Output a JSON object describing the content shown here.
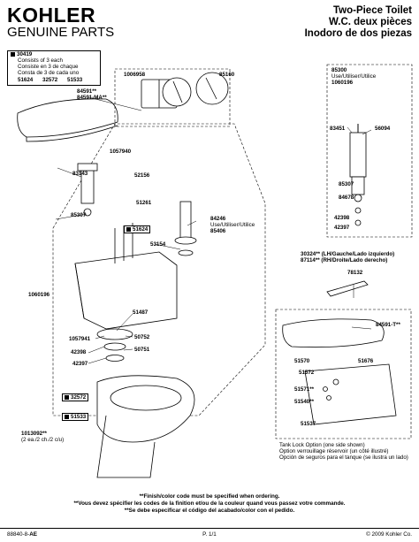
{
  "header": {
    "brand": "KOHLER",
    "brand_sub": "GENUINE PARTS",
    "title_lines": [
      "Two-Piece Toilet",
      "W.C. deux pièces",
      "Inodoro de dos piezas"
    ]
  },
  "kit_box": {
    "part": "30419",
    "lines": [
      "Consists of 3 each",
      "Consiste en 3 de chaque",
      "Consta de 3 de cada uno"
    ],
    "items": [
      "51624",
      "32572",
      "51533"
    ]
  },
  "labels": {
    "p1006958": "1006958",
    "p85160": "85160",
    "p84591": "84591**",
    "p84591ma": "84591-MA**",
    "p1057940": "1057940",
    "p83143": "83143",
    "p52156": "52156",
    "p51261": "51261",
    "p85307a": "85307",
    "p84246": "84246",
    "use_all": "Use/Utiliser/Utilice",
    "p85406": "85406",
    "p51624": "51624",
    "p53154": "53154",
    "p1060196": "1060196",
    "p51487": "51487",
    "p1057941": "1057941",
    "p50752": "50752",
    "p42398a": "42398",
    "p50751": "50751",
    "p42397a": "42397",
    "p32572": "32572",
    "p51533": "51533",
    "p1013092": "1013092**",
    "p1013092_note": "(2 ea./2 ch./2 c/u)",
    "p85300": "85300",
    "p1060196b": "1060196",
    "p83451": "83451",
    "p56094": "56094",
    "p85307b": "85307",
    "p84678": "84678",
    "p42398b": "42398",
    "p42397b": "42397",
    "lever1": "30324** (LH/Gauche/Lado izquierdo)",
    "lever2": "87114** (RH/Droite/Lado derecho)",
    "p78132": "78132",
    "p84591t": "84591-T**",
    "p51570": "51570",
    "p51676": "51676",
    "p51572": "51572",
    "p51571": "51571**",
    "p51540": "51540**",
    "p51537": "51537"
  },
  "tank_lock": {
    "lines": [
      "Tank Lock Option (one side shown)",
      "Option verrouillage réservoir (un côté illustré)",
      "Opción de seguros para el tanque (se ilustra un lado)"
    ]
  },
  "footer": {
    "notes": [
      "**Finish/color code must be specified when ordering.",
      "**Vous devez spécifier les codes de la finition et/ou de la couleur quand vous passez votre commande.",
      "**Se debe especificar el código del acabado/color con el pedido."
    ],
    "doc_no": "88840-8-",
    "doc_suffix": "AE",
    "page": "P. 1/1",
    "copyright": "© 2009 Kohler Co."
  }
}
